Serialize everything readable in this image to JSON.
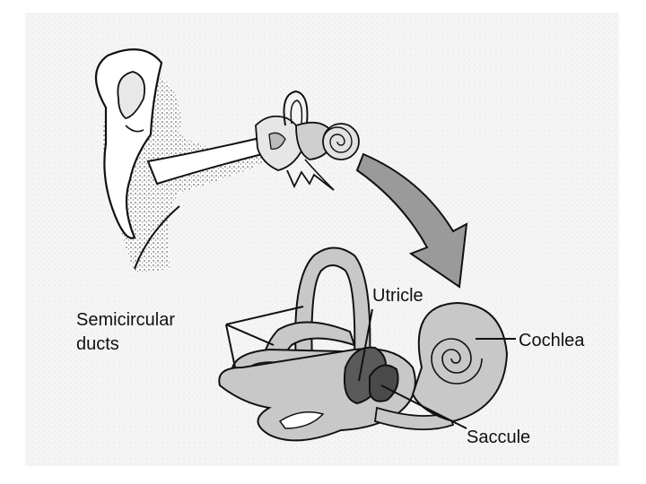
{
  "diagram": {
    "labels": {
      "semicircular_line1": "Semicircular",
      "semicircular_line2": "ducts",
      "utricle": "Utricle",
      "cochlea": "Cochlea",
      "saccule": "Saccule"
    },
    "colors": {
      "background": "#ffffff",
      "speckle_panel": "#f3f3f3",
      "labyrinth_fill": "#c8c8c8",
      "otolith_fill": "#5a5a5a",
      "arrow_fill": "#9a9a9a",
      "outline": "#111111"
    }
  }
}
